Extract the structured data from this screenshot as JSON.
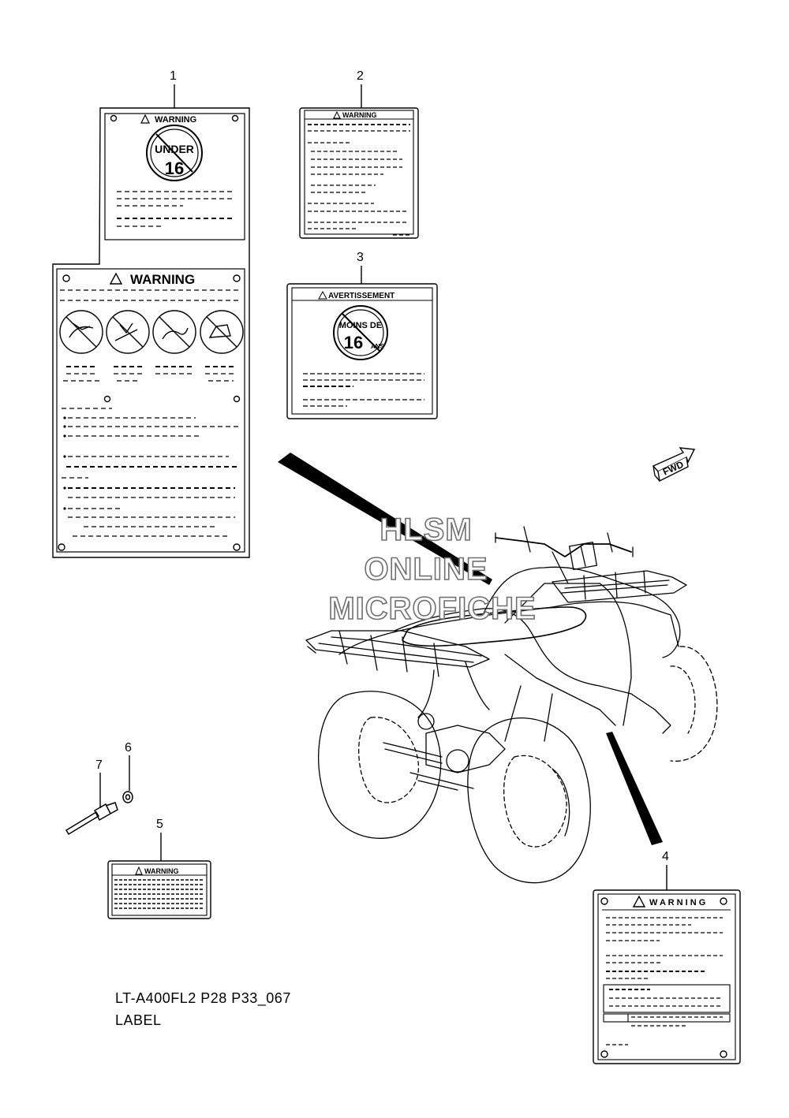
{
  "callouts": [
    "1",
    "2",
    "3",
    "4",
    "5",
    "6",
    "7"
  ],
  "labels": {
    "warning": "WARNING",
    "warning_spaced": "W A R N I N G",
    "avertissement": "AVERTISSEMENT",
    "under": "UNDER",
    "age": "16",
    "moins_de": "MOINS DE",
    "ans": "ANS",
    "fwd": "FWD"
  },
  "watermark": {
    "line1": "HLSM",
    "line2": "ONLINE",
    "line3": "MICROFICHE"
  },
  "caption": {
    "model": "LT-A400FL2 P28 P33_067",
    "title": "LABEL"
  }
}
